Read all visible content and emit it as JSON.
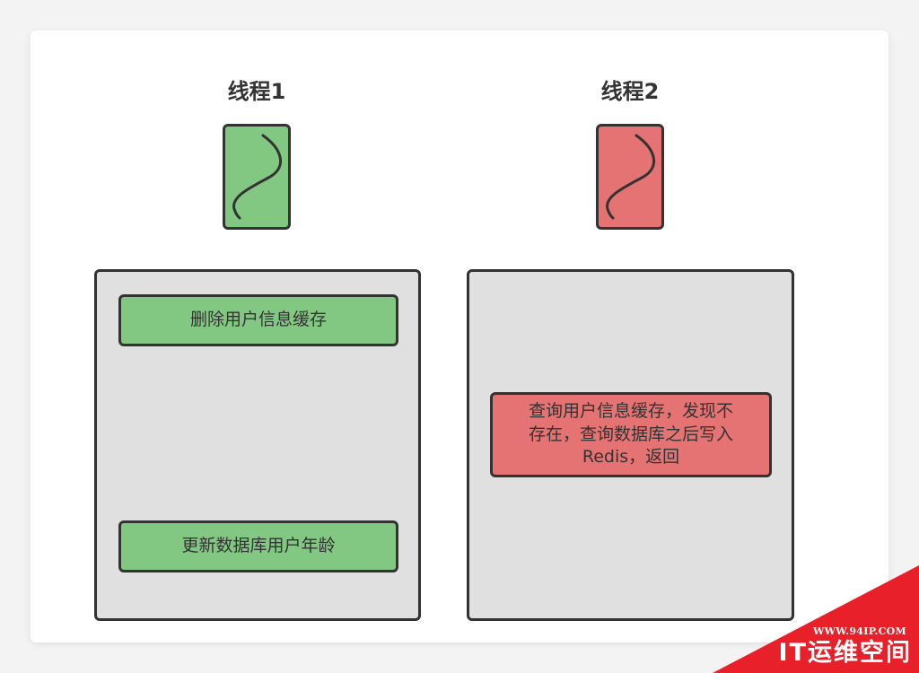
{
  "threads": [
    {
      "title": "线程1",
      "color": "#82c882",
      "steps": [
        "删除用户信息缓存",
        "更新数据库用户年龄"
      ]
    },
    {
      "title": "线程2",
      "color": "#e57373",
      "steps": [
        "查询用户信息缓存，发现不\n存在，查询数据库之后写入\nRedis，返回"
      ]
    }
  ],
  "watermark": {
    "url": "WWW.94IP.COM",
    "name": "IT运维空间",
    "color": "#e8202a"
  }
}
